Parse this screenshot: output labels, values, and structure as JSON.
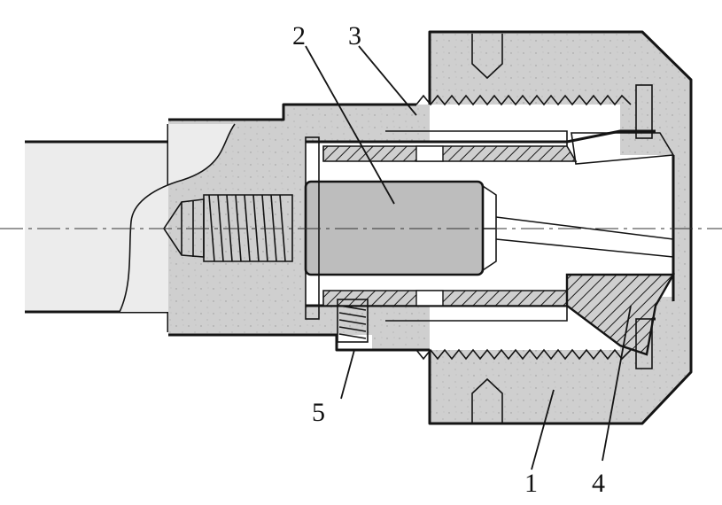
{
  "colors": {
    "ink": "#141414",
    "section_fill": "#cfcfcf",
    "light_fill": "#e9e9e9",
    "paper": "#ffffff"
  },
  "callouts": [
    {
      "id": "part-1",
      "label": "1"
    },
    {
      "id": "part-2",
      "label": "2"
    },
    {
      "id": "part-3",
      "label": "3"
    },
    {
      "id": "part-4",
      "label": "4"
    },
    {
      "id": "part-5",
      "label": "5"
    }
  ]
}
